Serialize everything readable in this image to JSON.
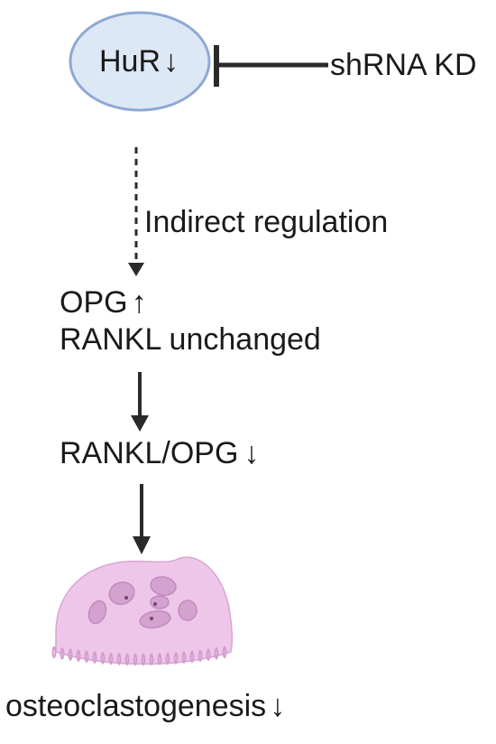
{
  "hur_node": {
    "label": "HuR",
    "arrow": "↓",
    "fill": "#dde8f6",
    "stroke": "#8ea9d3"
  },
  "knockdown": {
    "label": "shRNA  KD"
  },
  "regulation": {
    "label": "Indirect regulation"
  },
  "opg": {
    "label": "OPG",
    "arrow": "↑"
  },
  "rankl": {
    "label": "RANKL unchanged"
  },
  "ratio": {
    "label": "RANKL/OPG",
    "arrow": "↓"
  },
  "outcome": {
    "label": "osteoclastogenesis",
    "arrow": "↓"
  },
  "osteoclast": {
    "cell_fill": "#eec6ea",
    "nucleus_fill": "#d4a2cf",
    "icon": "osteoclast-cell-icon"
  }
}
